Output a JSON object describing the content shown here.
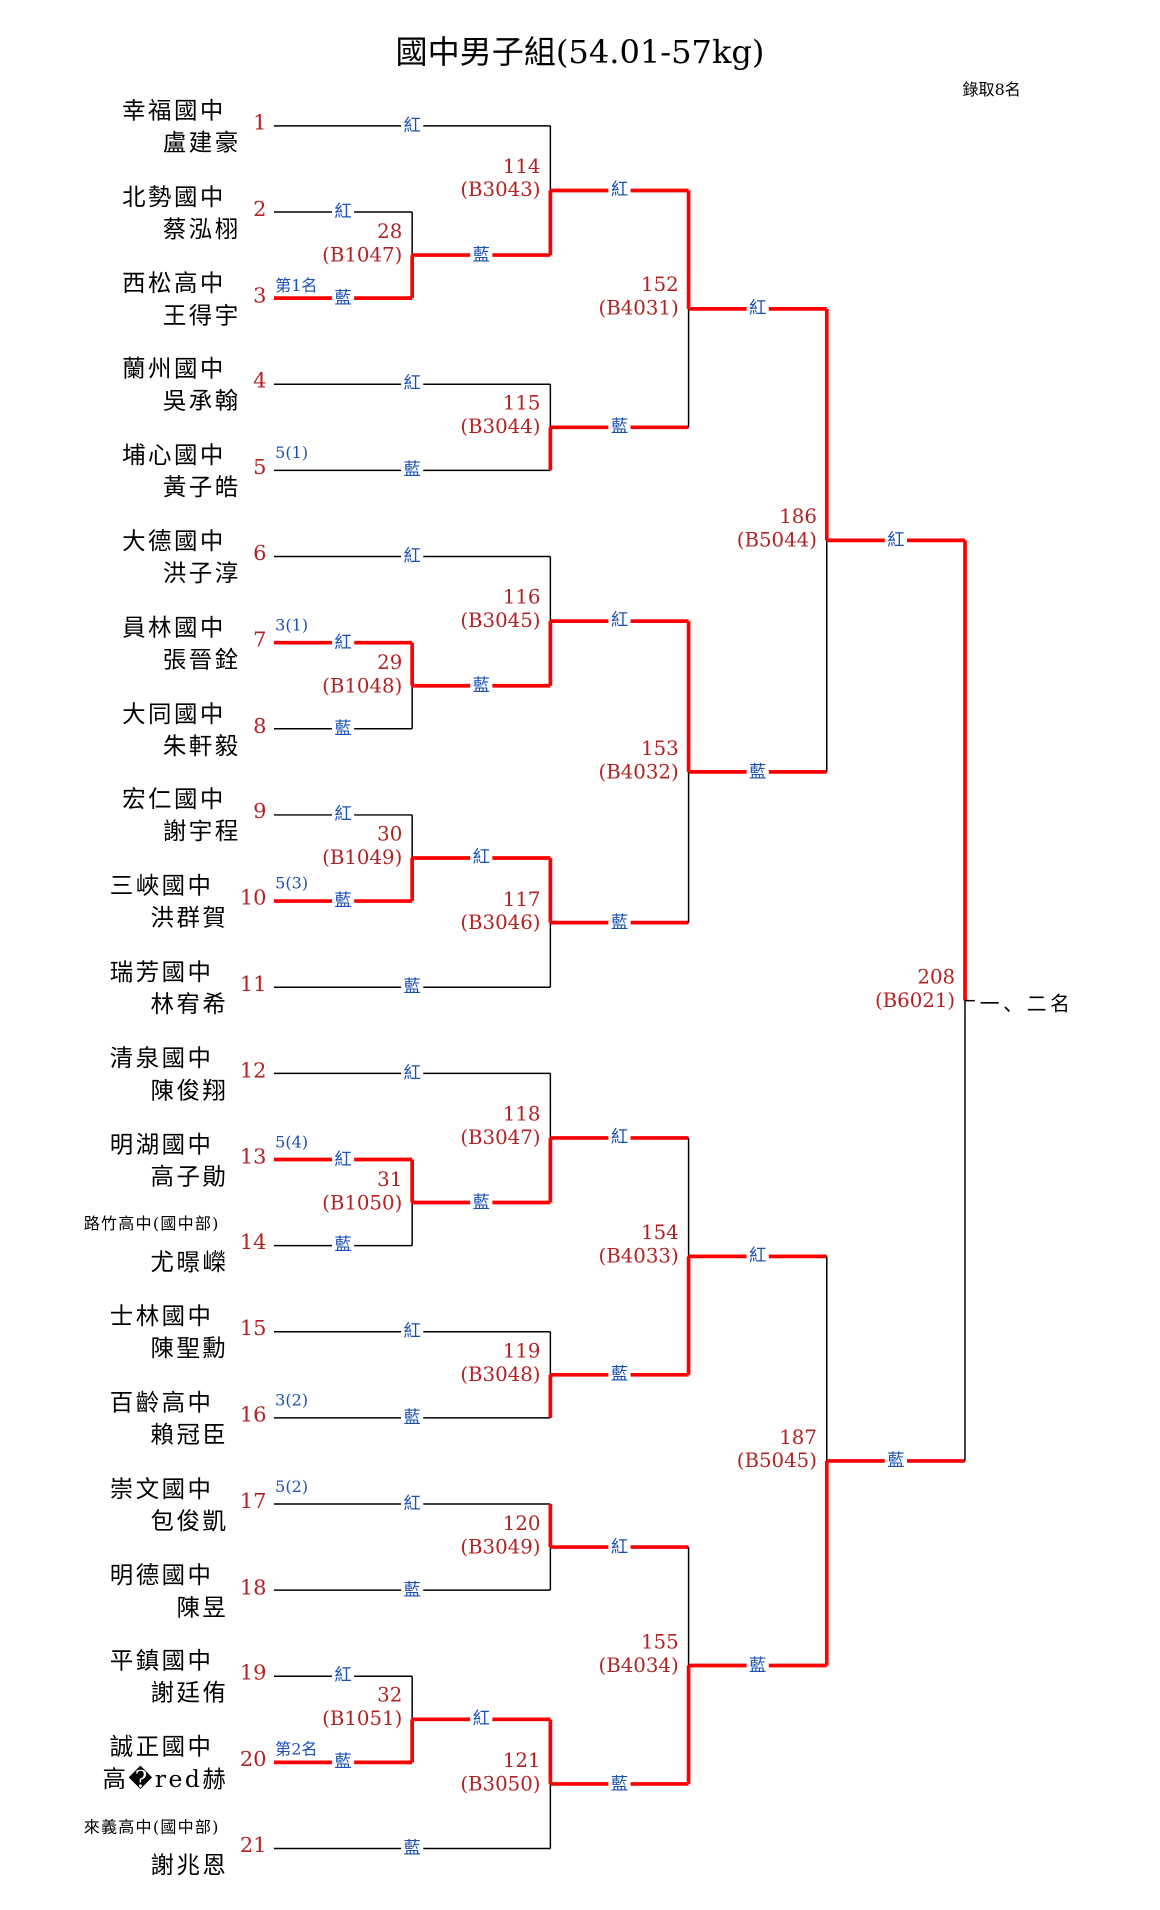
{
  "title": "國中男子組(54.01-57kg)",
  "quota": "錄取8名",
  "corner_labels": {
    "top": "紅",
    "bottom": "藍"
  },
  "colors": {
    "win": "#ff0000",
    "line": "#000000",
    "number": "#b22222",
    "corner": "#1a4fb5"
  },
  "result_label": "一、二名",
  "entries": [
    {
      "no": "1",
      "school": "幸福國中",
      "name": "盧建豪",
      "note": ""
    },
    {
      "no": "2",
      "school": "北勢國中",
      "name": "蔡泓栩",
      "note": ""
    },
    {
      "no": "3",
      "school": "西松高中",
      "name": "王得宇",
      "note": "第1名"
    },
    {
      "no": "4",
      "school": "蘭州國中",
      "name": "吳承翰",
      "note": ""
    },
    {
      "no": "5",
      "school": "埔心國中",
      "name": "黃子皓",
      "note": "5(1)"
    },
    {
      "no": "6",
      "school": "大德國中",
      "name": "洪子淳",
      "note": ""
    },
    {
      "no": "7",
      "school": "員林國中",
      "name": "張晉銓",
      "note": "3(1)"
    },
    {
      "no": "8",
      "school": "大同國中",
      "name": "朱軒毅",
      "note": ""
    },
    {
      "no": "9",
      "school": "宏仁國中",
      "name": "謝宇程",
      "note": ""
    },
    {
      "no": "10",
      "school": "三峽國中",
      "name": "洪群賀",
      "note": "5(3)"
    },
    {
      "no": "11",
      "school": "瑞芳國中",
      "name": "林宥希",
      "note": ""
    },
    {
      "no": "12",
      "school": "清泉國中",
      "name": "陳俊翔",
      "note": ""
    },
    {
      "no": "13",
      "school": "明湖國中",
      "name": "高子勛",
      "note": "5(4)"
    },
    {
      "no": "14",
      "school": "路竹高中(國中部)",
      "name": "尤暻嶸",
      "note": "",
      "small": true
    },
    {
      "no": "15",
      "school": "士林國中",
      "name": "陳聖勳",
      "note": ""
    },
    {
      "no": "16",
      "school": "百齡高中",
      "name": "賴冠臣",
      "note": "3(2)"
    },
    {
      "no": "17",
      "school": "崇文國中",
      "name": "包俊凱",
      "note": "5(2)"
    },
    {
      "no": "18",
      "school": "明德國中",
      "name": "陳昱",
      "note": ""
    },
    {
      "no": "19",
      "school": "平鎮國中",
      "name": "謝廷侑",
      "note": ""
    },
    {
      "no": "20",
      "school": "誠正國中",
      "name": "高�red赫",
      "note": "第2名"
    },
    {
      "no": "21",
      "school": "來義高中(國中部)",
      "name": "謝兆恩",
      "note": "",
      "small": true
    }
  ],
  "matches": [
    {
      "no": "28",
      "code": "(B1047)",
      "round": 1,
      "top": {
        "entry": 2
      },
      "bottom": {
        "entry": 3
      },
      "winner": "bottom"
    },
    {
      "no": "29",
      "code": "(B1048)",
      "round": 1,
      "top": {
        "entry": 7
      },
      "bottom": {
        "entry": 8
      },
      "winner": "top"
    },
    {
      "no": "30",
      "code": "(B1049)",
      "round": 1,
      "top": {
        "entry": 9
      },
      "bottom": {
        "entry": 10
      },
      "winner": "bottom"
    },
    {
      "no": "31",
      "code": "(B1050)",
      "round": 1,
      "top": {
        "entry": 13
      },
      "bottom": {
        "entry": 14
      },
      "winner": "top"
    },
    {
      "no": "32",
      "code": "(B1051)",
      "round": 1,
      "top": {
        "entry": 19
      },
      "bottom": {
        "entry": 20
      },
      "winner": "bottom"
    },
    {
      "no": "114",
      "code": "(B3043)",
      "round": 2,
      "top": {
        "entry": 1
      },
      "bottom": {
        "match": "28"
      },
      "winner": "bottom"
    },
    {
      "no": "115",
      "code": "(B3044)",
      "round": 2,
      "top": {
        "entry": 4
      },
      "bottom": {
        "entry": 5
      },
      "winner": "bottom"
    },
    {
      "no": "116",
      "code": "(B3045)",
      "round": 2,
      "top": {
        "entry": 6
      },
      "bottom": {
        "match": "29"
      },
      "winner": "bottom"
    },
    {
      "no": "117",
      "code": "(B3046)",
      "round": 2,
      "top": {
        "match": "30"
      },
      "bottom": {
        "entry": 11
      },
      "winner": "top"
    },
    {
      "no": "118",
      "code": "(B3047)",
      "round": 2,
      "top": {
        "entry": 12
      },
      "bottom": {
        "match": "31"
      },
      "winner": "bottom"
    },
    {
      "no": "119",
      "code": "(B3048)",
      "round": 2,
      "top": {
        "entry": 15
      },
      "bottom": {
        "entry": 16
      },
      "winner": "bottom"
    },
    {
      "no": "120",
      "code": "(B3049)",
      "round": 2,
      "top": {
        "entry": 17
      },
      "bottom": {
        "entry": 18
      },
      "winner": "top"
    },
    {
      "no": "121",
      "code": "(B3050)",
      "round": 2,
      "top": {
        "match": "32"
      },
      "bottom": {
        "entry": 21
      },
      "winner": "top"
    },
    {
      "no": "152",
      "code": "(B4031)",
      "round": 3,
      "top": {
        "match": "114"
      },
      "bottom": {
        "match": "115"
      },
      "winner": "top"
    },
    {
      "no": "153",
      "code": "(B4032)",
      "round": 3,
      "top": {
        "match": "116"
      },
      "bottom": {
        "match": "117"
      },
      "winner": "top"
    },
    {
      "no": "154",
      "code": "(B4033)",
      "round": 3,
      "top": {
        "match": "118"
      },
      "bottom": {
        "match": "119"
      },
      "winner": "bottom"
    },
    {
      "no": "155",
      "code": "(B4034)",
      "round": 3,
      "top": {
        "match": "120"
      },
      "bottom": {
        "match": "121"
      },
      "winner": "bottom"
    },
    {
      "no": "186",
      "code": "(B5044)",
      "round": 4,
      "top": {
        "match": "152"
      },
      "bottom": {
        "match": "153"
      },
      "winner": "top"
    },
    {
      "no": "187",
      "code": "(B5045)",
      "round": 4,
      "top": {
        "match": "154"
      },
      "bottom": {
        "match": "155"
      },
      "winner": "bottom"
    },
    {
      "no": "208",
      "code": "(B6021)",
      "round": 5,
      "top": {
        "match": "186"
      },
      "bottom": {
        "match": "187"
      },
      "winner": "top"
    }
  ]
}
